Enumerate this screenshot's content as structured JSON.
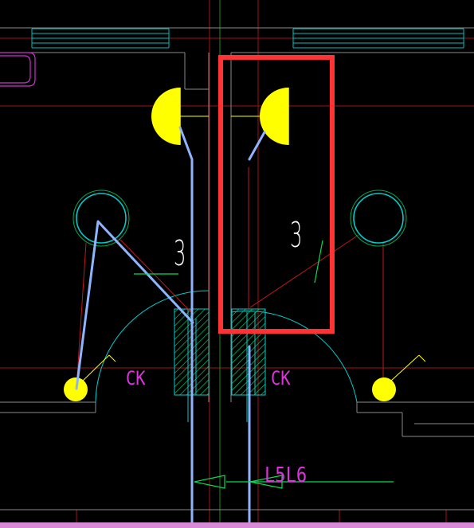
{
  "drawing": {
    "room_number_left": "3",
    "room_number_right": "3",
    "door_label_left": "CK",
    "door_label_right": "CK",
    "pipe_label": "L5L6"
  },
  "colors": {
    "background": "#000000",
    "fixture_yellow": "#ffff00",
    "pipe_blue": "#8fb4ff",
    "wall_cyan": "#00cccc",
    "hatch_green": "#00ff66",
    "axis_red": "#c01818",
    "label_magenta": "#dd33dd",
    "highlight_red": "#ff3333",
    "grid_grey": "#8a8a8a",
    "text_white": "#ffffff"
  }
}
